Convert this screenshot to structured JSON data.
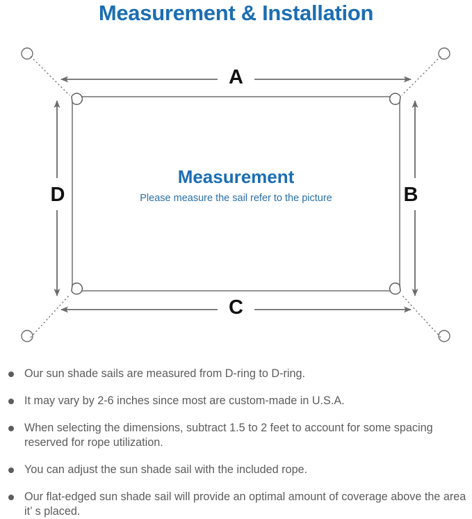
{
  "page": {
    "title": "Measurement & Installation",
    "title_color": "#1b6eb3",
    "background": "#ffffff"
  },
  "diagram": {
    "name": "sun-shade-sail-measurement-diagram",
    "sail_outline_color": "#6e6e6e",
    "arrow_color": "#6b6b6b",
    "rope_line_color": "#6b6b6b",
    "rope_line_style": "dotted",
    "dimension_labels": {
      "top": "A",
      "right": "B",
      "bottom": "C",
      "left": "D"
    },
    "center": {
      "heading": "Measurement",
      "subheading": "Please measure the sail refer to the picture",
      "heading_color": "#1b6eb3",
      "subheading_color": "#2a6fa8"
    },
    "corners": [
      {
        "name": "top-left",
        "d_ring": true,
        "anchor_point": true
      },
      {
        "name": "top-right",
        "d_ring": true,
        "anchor_point": true
      },
      {
        "name": "bottom-left",
        "d_ring": true,
        "anchor_point": true
      },
      {
        "name": "bottom-right",
        "d_ring": true,
        "anchor_point": true
      }
    ]
  },
  "notes": {
    "bullet_color": "#5c5c5c",
    "text_color": "#5c5c5c",
    "items": [
      "Our sun shade sails are measured from D-ring to D-ring.",
      "It may vary by 2-6 inches since most are custom-made in U.S.A.",
      "When selecting the dimensions, subtract 1.5 to 2 feet to account for some spacing reserved for rope utilization.",
      "You can adjust the sun shade sail with the included rope.",
      "Our flat-edged sun shade sail will provide an optimal amount of coverage above the area it’ s placed."
    ]
  }
}
